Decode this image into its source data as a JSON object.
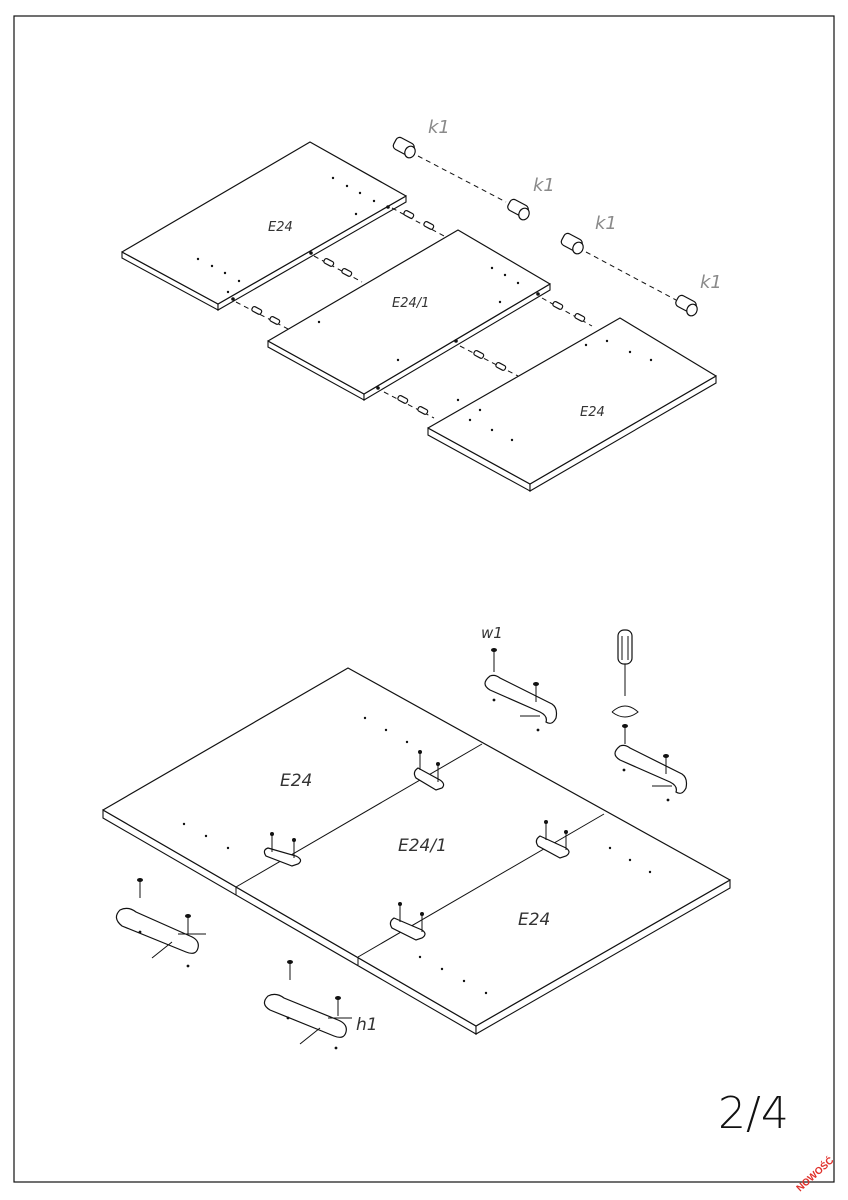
{
  "step1": {
    "panel_left": "E24",
    "panel_middle": "E24/1",
    "panel_right": "E24",
    "dowel_labels": [
      "k1",
      "k1",
      "k1",
      "k1"
    ]
  },
  "step2": {
    "panel_left": "E24",
    "panel_middle": "E24/1",
    "panel_right": "E24",
    "screw_label": "w1",
    "bracket_label": "h1"
  },
  "page_number": "2/4",
  "stamp_text": "NOWOŚĆ"
}
